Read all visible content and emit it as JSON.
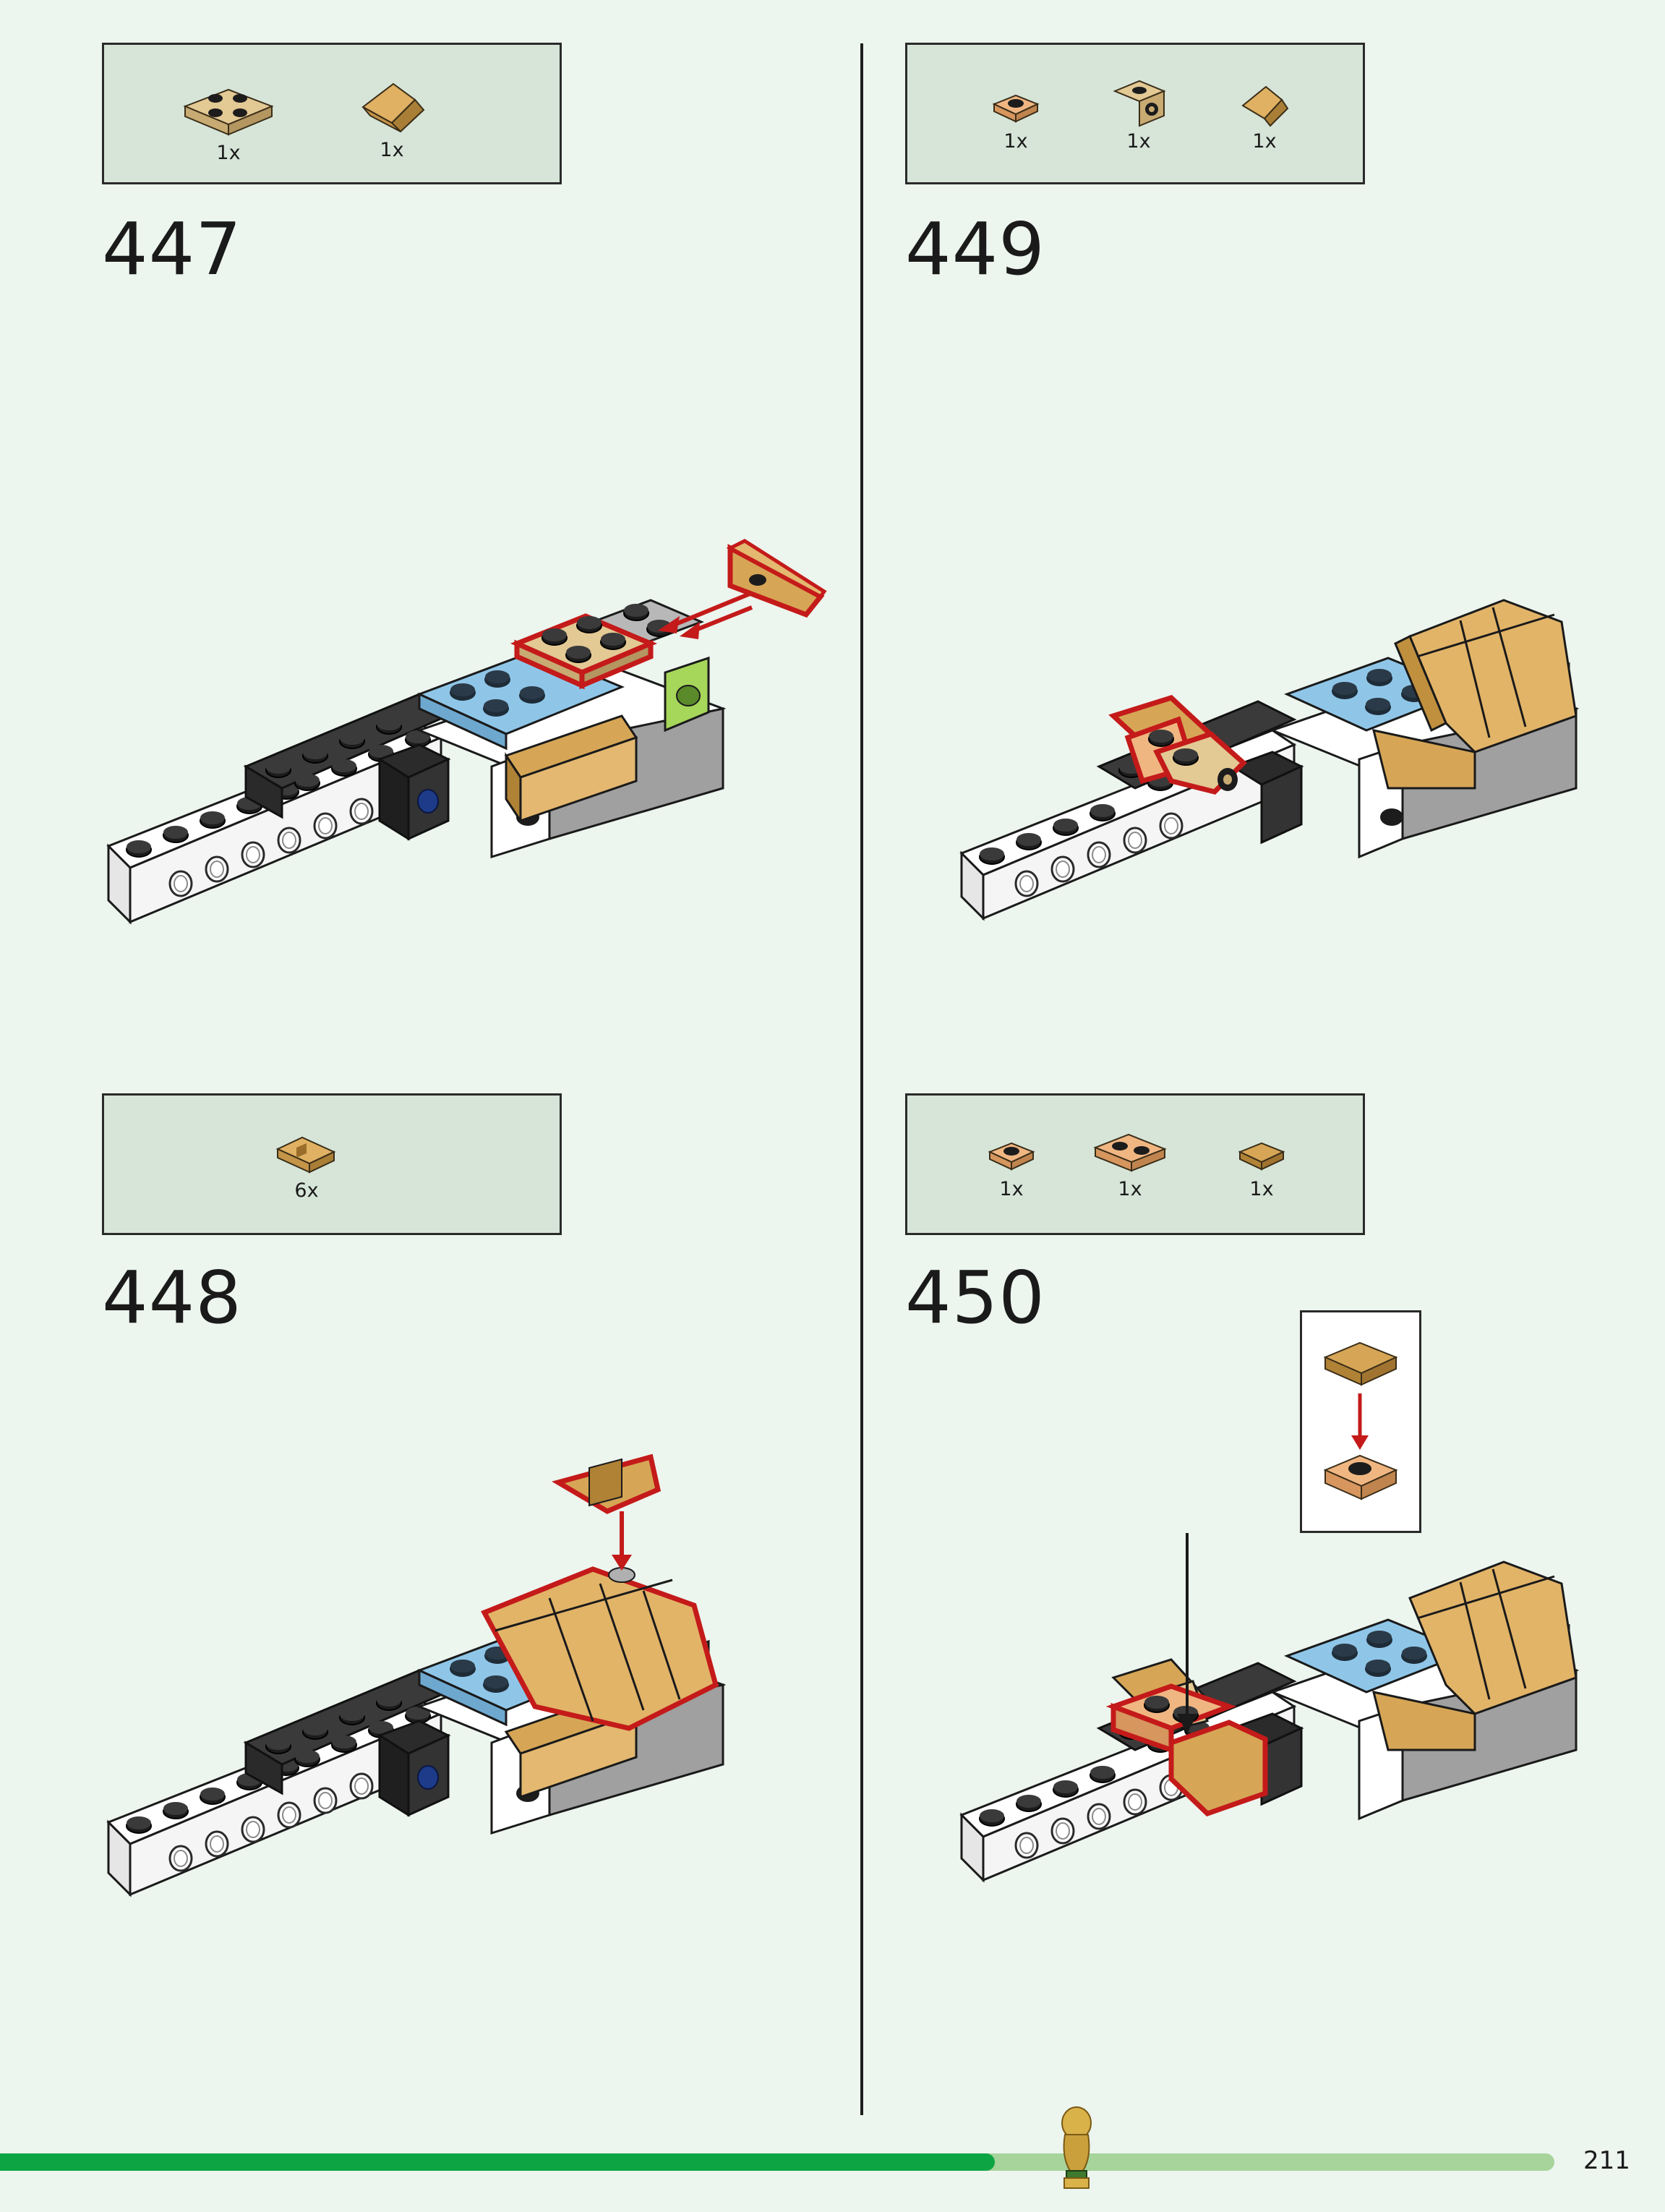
{
  "steps": [
    {
      "number": "447",
      "parts": [
        {
          "name": "tan-2x2-plate",
          "qty": "1x"
        },
        {
          "name": "pearl-gold-slope",
          "qty": "1x"
        }
      ]
    },
    {
      "number": "449",
      "parts": [
        {
          "name": "light-nougat-1x1-plate",
          "qty": "1x"
        },
        {
          "name": "tan-bracket-plate",
          "qty": "1x"
        },
        {
          "name": "pearl-gold-slope",
          "qty": "1x"
        }
      ]
    },
    {
      "number": "448",
      "parts": [
        {
          "name": "pearl-gold-slope-double",
          "qty": "6x"
        }
      ]
    },
    {
      "number": "450",
      "parts": [
        {
          "name": "light-nougat-1x1-plate",
          "qty": "1x"
        },
        {
          "name": "light-nougat-1x2-plate",
          "qty": "1x"
        },
        {
          "name": "pearl-gold-tile",
          "qty": "1x"
        }
      ]
    }
  ],
  "page_number": "211",
  "progress_fraction": 0.64,
  "colors": {
    "background": "#ecf5ee",
    "parts_box": "#d6e5d8",
    "progress": "#0da543",
    "progress_track": "#a6d49a",
    "highlight": "#c41a1a",
    "gold": "#d6a656"
  }
}
